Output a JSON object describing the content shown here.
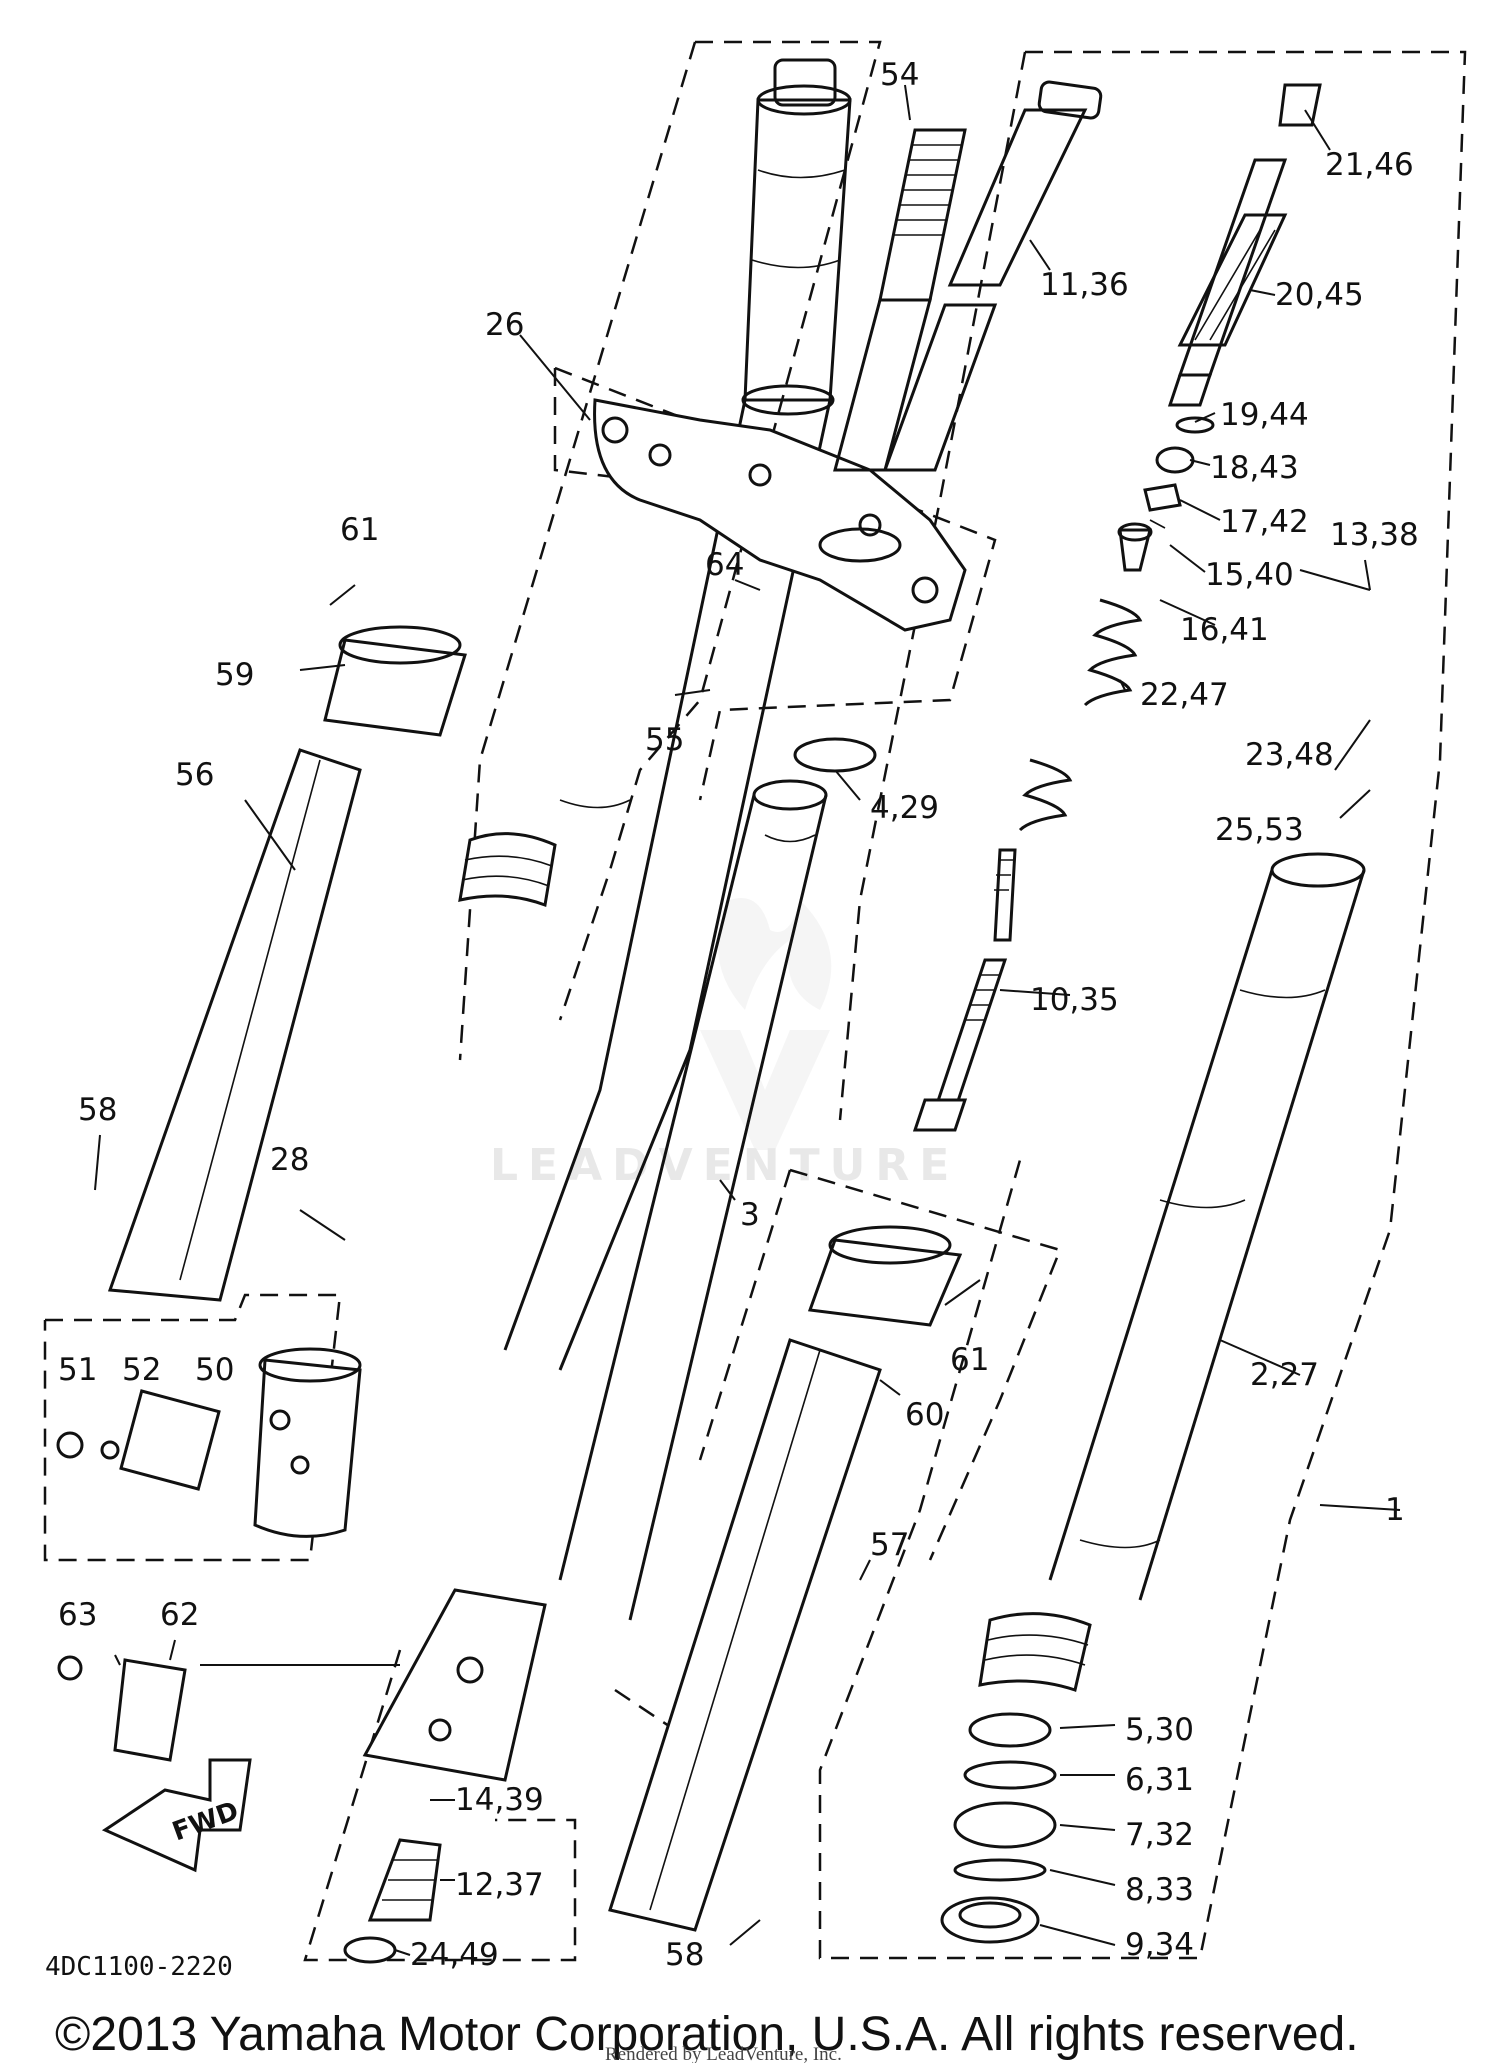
{
  "diagram": {
    "document_code": "4DC1100-2220",
    "copyright": "©2013 Yamaha Motor Corporation, U.S.A. All rights reserved.",
    "rendered_by": "Rendered by LeadVenture, Inc.",
    "watermark": "LEADVENTURE",
    "fwd_label": "FWD",
    "callouts": [
      "54",
      "21,46",
      "11,36",
      "20,45",
      "26",
      "19,44",
      "18,43",
      "17,42",
      "15,40",
      "13,38",
      "16,41",
      "61",
      "64",
      "59",
      "55",
      "22,47",
      "4,29",
      "23,48",
      "56",
      "25,53",
      "10,35",
      "58",
      "28",
      "3",
      "61",
      "51",
      "52",
      "50",
      "2,27",
      "60",
      "1",
      "57",
      "63",
      "62",
      "5,30",
      "6,31",
      "14,39",
      "7,32",
      "12,37",
      "8,33",
      "24,49",
      "58",
      "9,34"
    ]
  }
}
